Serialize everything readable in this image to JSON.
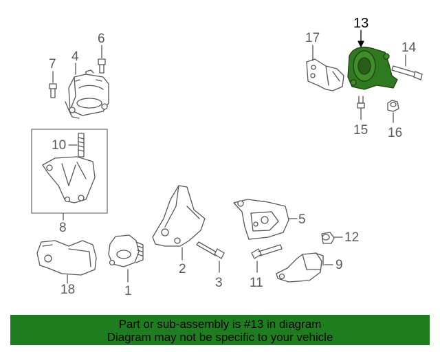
{
  "callouts": {
    "c1": "1",
    "c2": "2",
    "c3": "3",
    "c4": "4",
    "c5": "5",
    "c6": "6",
    "c7": "7",
    "c8": "8",
    "c9": "9",
    "c10": "10",
    "c11": "11",
    "c12": "12",
    "c13": "13",
    "c14": "14",
    "c15": "15",
    "c16": "16",
    "c17": "17",
    "c18": "18"
  },
  "highlight_part": "13",
  "banner": {
    "line1": "Part or sub-assembly is #13 in diagram",
    "line2": "Diagram may not be specific to your vehicle"
  },
  "colors": {
    "highlight": "#2f7a1e",
    "banner_bg": "#1e7d1e",
    "line": "#555555"
  }
}
